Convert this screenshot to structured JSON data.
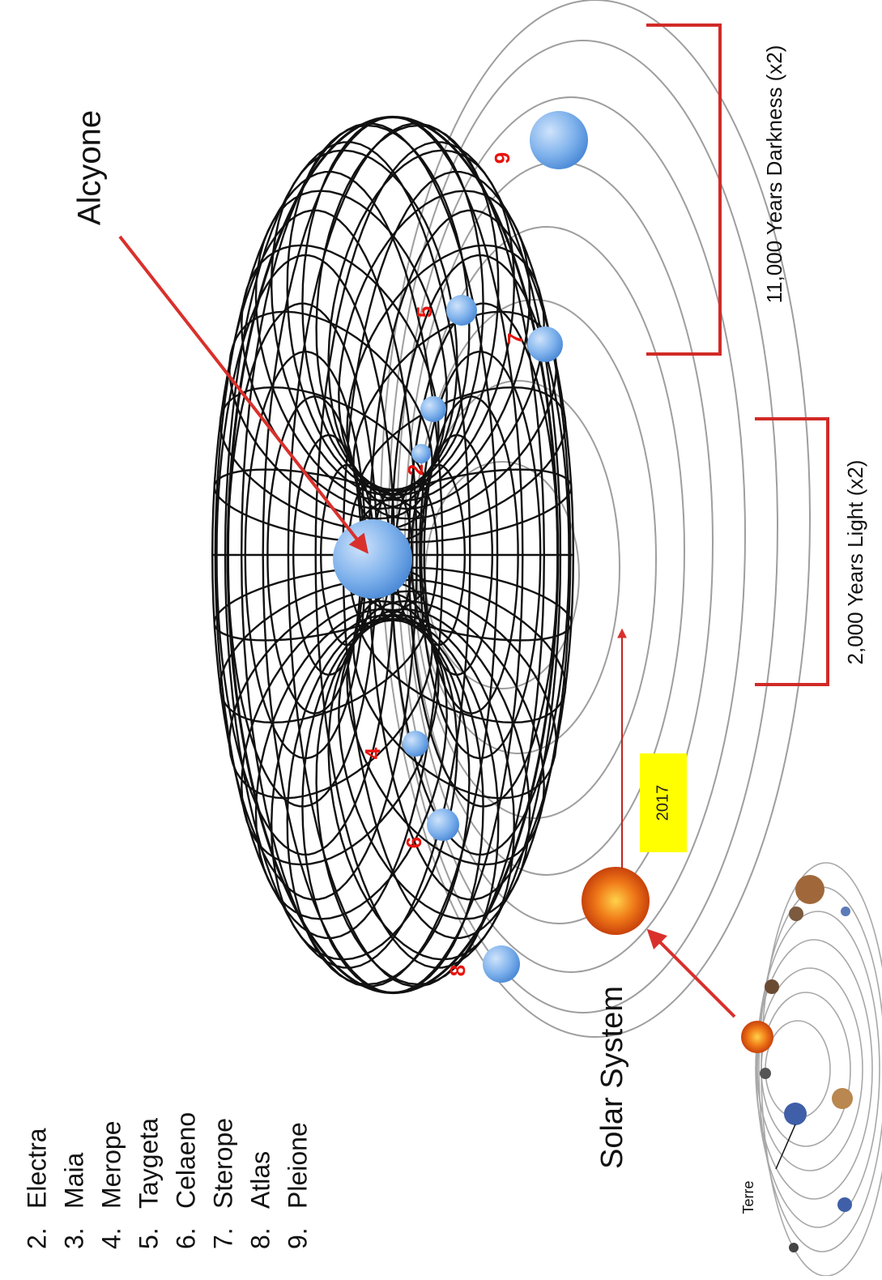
{
  "title_label": "Alcyone",
  "solar_system_label": "Solar System",
  "earth_label": "Terre",
  "year_marker": "2017",
  "light_period_label": "2,000 Years Light (x2)",
  "dark_period_label": "11,000 Years Darkness (x2)",
  "star_list": [
    {
      "number": "2.",
      "name": "Electra"
    },
    {
      "number": "3.",
      "name": "Maia"
    },
    {
      "number": "4.",
      "name": "Merope"
    },
    {
      "number": "5.",
      "name": "Taygeta"
    },
    {
      "number": "6.",
      "name": "Celaeno"
    },
    {
      "number": "7.",
      "name": "Sterope"
    },
    {
      "number": "8.",
      "name": "Atlas"
    },
    {
      "number": "9.",
      "name": "Pleione"
    }
  ],
  "orbit_numbers": [
    "2",
    "4",
    "5",
    "6",
    "7",
    "8",
    "9"
  ],
  "colors": {
    "arrow_red": "#d9302c",
    "number_red": "#e8130c",
    "star_blue": "#6aa6e6",
    "torus_black": "#111111",
    "orbit_gray": "#9e9e9e",
    "marker_yellow": "#ffff00"
  }
}
